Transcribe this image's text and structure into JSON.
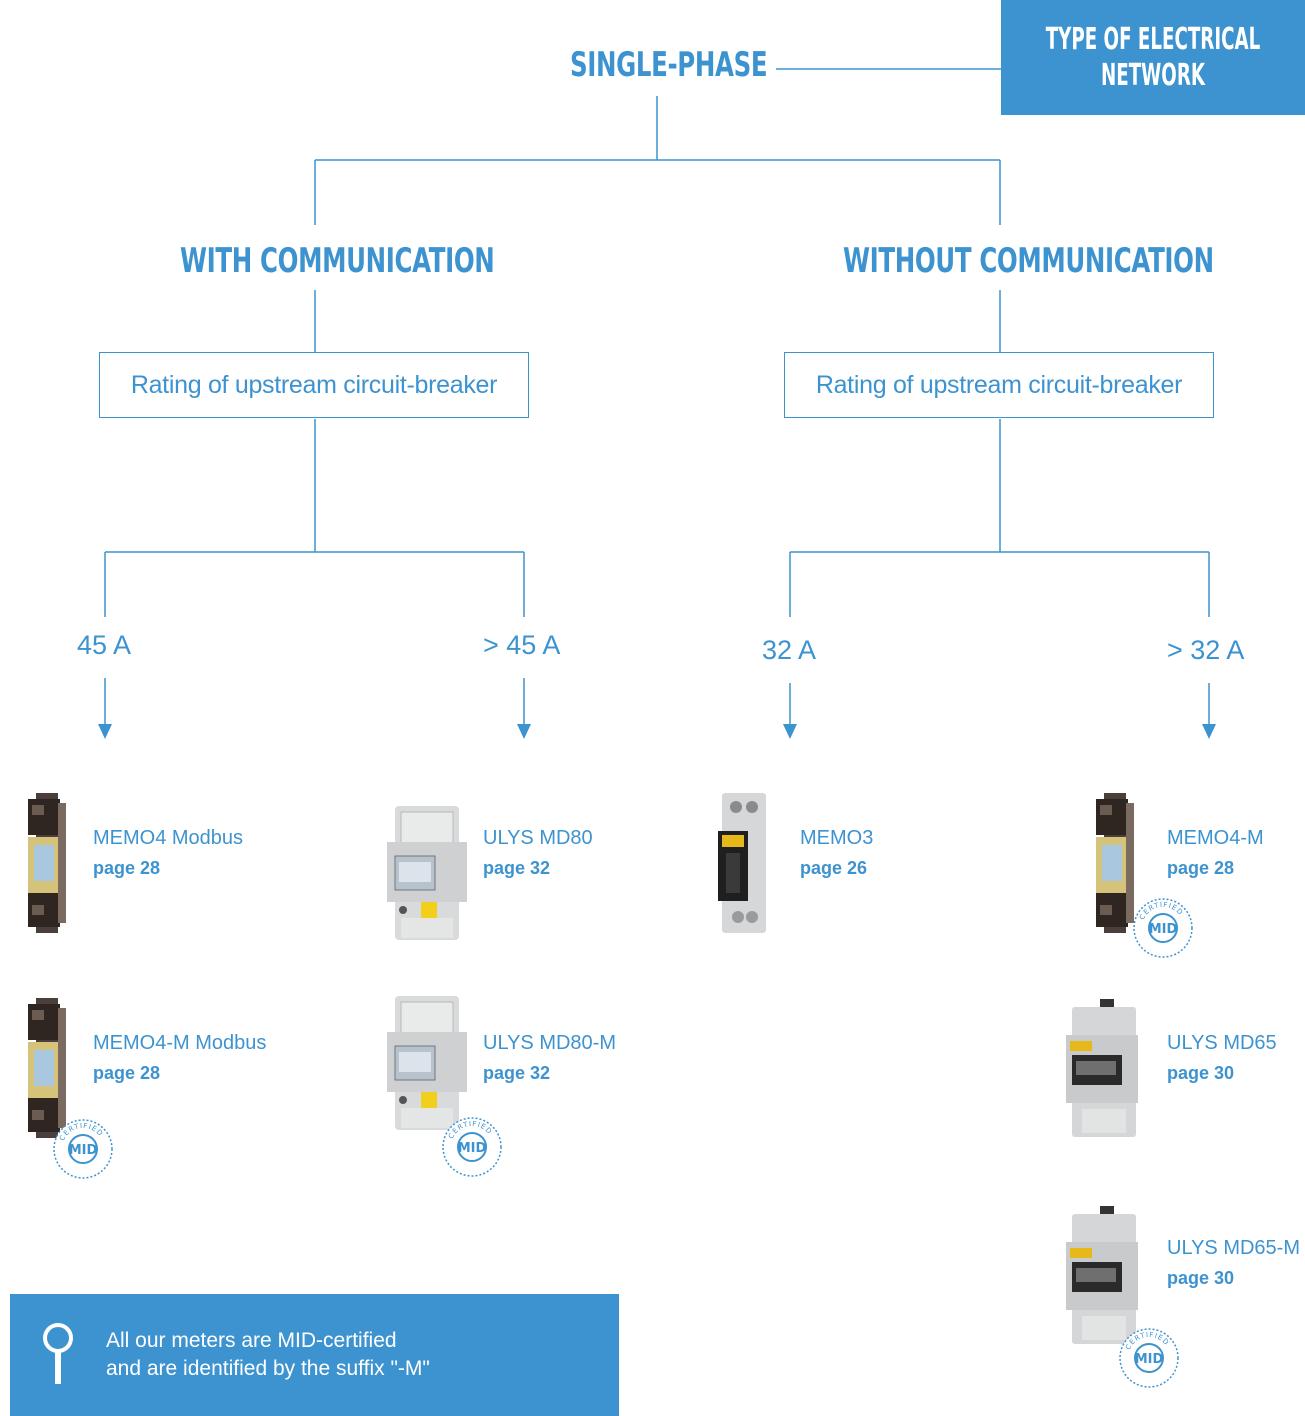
{
  "header": {
    "line1": "TYPE OF ELECTRICAL",
    "line2": "NETWORK"
  },
  "root": {
    "label": "SINGLE-PHASE"
  },
  "branches": {
    "with": {
      "label": "WITH COMMUNICATION",
      "rating": "Rating of upstream circuit-breaker",
      "left_amp": "45 A",
      "right_amp": "> 45 A"
    },
    "without": {
      "label": "WITHOUT COMMUNICATION",
      "rating": "Rating of upstream circuit-breaker",
      "left_amp": "32 A",
      "right_amp": "> 32 A"
    }
  },
  "products": [
    {
      "name": "MEMO4 Modbus",
      "page": "page 28",
      "mid": false
    },
    {
      "name": "MEMO4-M Modbus",
      "page": "page 28",
      "mid": true
    },
    {
      "name": "ULYS MD80",
      "page": "page 32",
      "mid": false
    },
    {
      "name": "ULYS MD80-M",
      "page": "page 32",
      "mid": true
    },
    {
      "name": "MEMO3",
      "page": "page 26",
      "mid": false
    },
    {
      "name": "MEMO4-M",
      "page": "page 28",
      "mid": true
    },
    {
      "name": "ULYS MD65",
      "page": "page 30",
      "mid": false
    },
    {
      "name": "ULYS MD65-M",
      "page": "page 30",
      "mid": true
    }
  ],
  "badge": {
    "text": "MID",
    "ring": "CERTIFIED"
  },
  "info": {
    "line1": "All our meters are MID-certified",
    "line2": "and are identified by the suffix \"-M\"",
    "icon": "magnifier-icon"
  },
  "colors": {
    "accent": "#3d93cf",
    "white": "#ffffff"
  }
}
